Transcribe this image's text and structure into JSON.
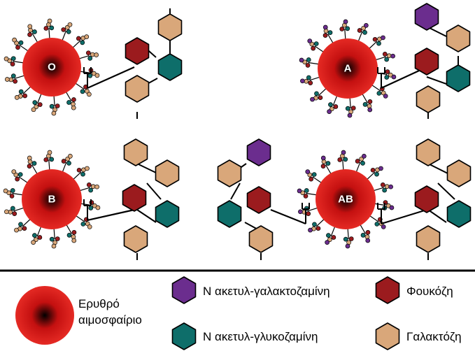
{
  "colors": {
    "n_acetylgalactosamine": "#6B2D8E",
    "fucose": "#9B1B1E",
    "n_acetylglucosamine": "#0E6E6A",
    "galactose": "#D9A77A",
    "cell_core": "#000000",
    "cell_mid": "#C41010",
    "cell_edge": "#E52A24",
    "stroke": "#000000"
  },
  "cells": {
    "o": {
      "label": "O"
    },
    "a": {
      "label": "A"
    },
    "b": {
      "label": "B"
    },
    "ab": {
      "label": "AB"
    }
  },
  "legend": {
    "red_blood_cell_line1": "Ερυθρό",
    "red_blood_cell_line2": "αιμοσφαίριο",
    "n_acetylgalactosamine": "N ακετυλ-γαλακτοζαμίνη",
    "n_acetylglucosamine": "N ακετυλ-γλυκοζαμίνη",
    "fucose": "Φουκόζη",
    "galactose": "Γαλακτόζη"
  }
}
